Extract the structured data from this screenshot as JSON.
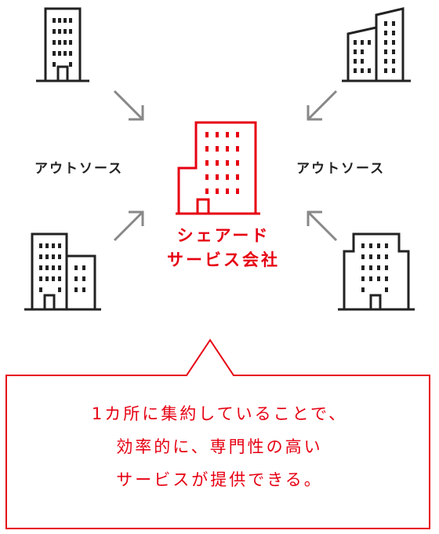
{
  "labels": {
    "left_outsource": "アウトソース",
    "right_outsource": "アウトソース",
    "center_line1": "シェアード",
    "center_line2": "サービス会社"
  },
  "callout": {
    "lines": [
      "1カ所に集約していることで、",
      "効率的に、専門性の高い",
      "サービスが提供できる。"
    ]
  },
  "colors": {
    "accent": "#e60012",
    "building": "#222222",
    "arrow": "#888888"
  }
}
